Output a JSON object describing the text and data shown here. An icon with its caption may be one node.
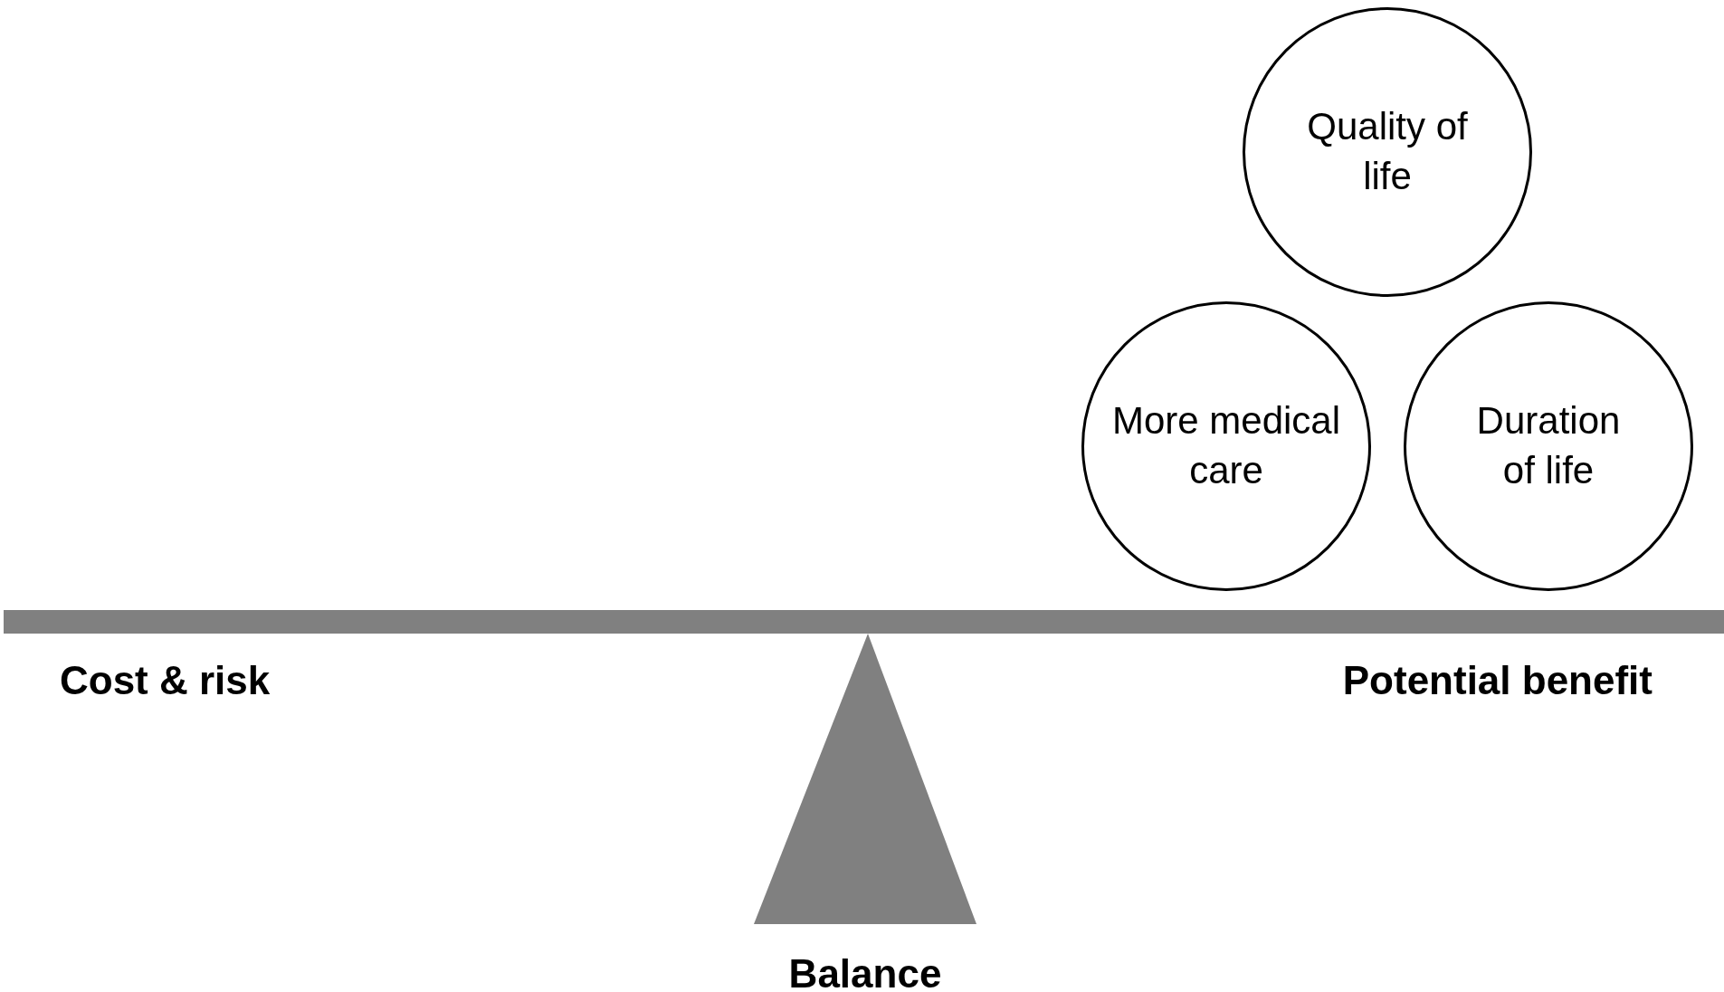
{
  "diagram": {
    "nodes": [
      {
        "text": [
          "Quality of life"
        ]
      },
      {
        "text": [
          "More medical care"
        ]
      },
      {
        "text": [
          "Duration of life"
        ]
      }
    ],
    "labels": [
      "Cost & risk",
      "Potential benefit",
      "Balance"
    ]
  }
}
